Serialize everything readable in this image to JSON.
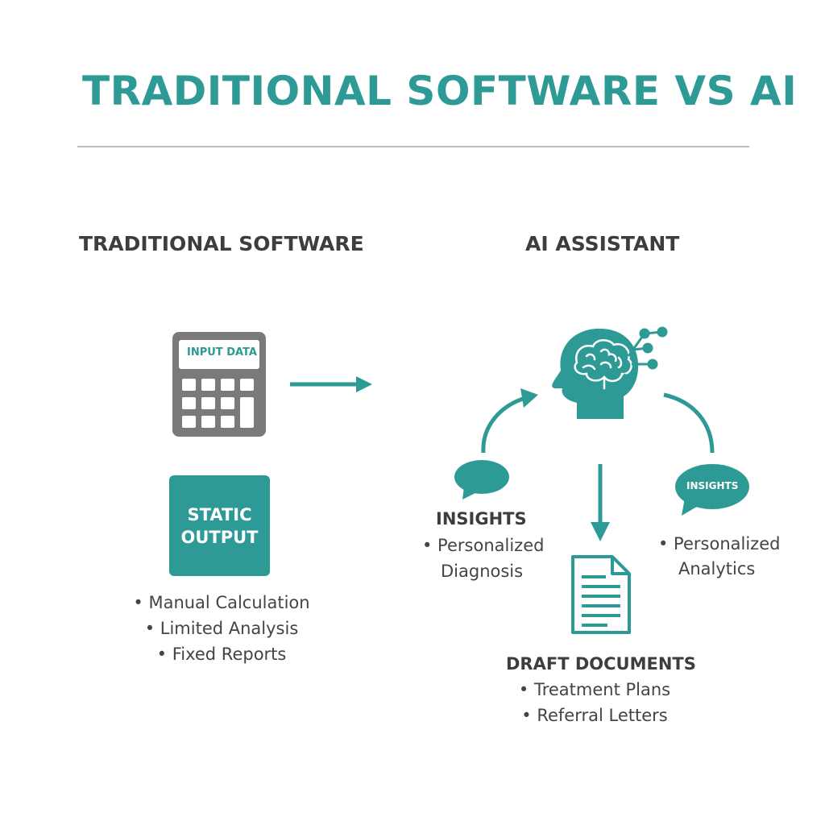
{
  "title": "TRADITIONAL SOFTWARE VS AI",
  "colors": {
    "accent": "#2e9a96",
    "icon_gray": "#7a7a7a",
    "text": "#3d3d3d",
    "divider": "#bdbdbd"
  },
  "traditional": {
    "heading": "TRADITIONAL SOFTWARE",
    "calculator": {
      "icon": "calculator-icon",
      "label": "INPUT DATA"
    },
    "output_box": {
      "label": "STATIC\nOUTPUT"
    },
    "bullets": [
      "Manual Calculation",
      "Limited Analysis",
      "Fixed Reports"
    ]
  },
  "ai": {
    "heading": "AI ASSISTANT",
    "center_icon": "ai-brain-head-icon",
    "left": {
      "icon": "speech-bubble-icon",
      "heading": "INSIGHTS",
      "lines": [
        "• Personalized",
        "Diagnosis"
      ]
    },
    "right": {
      "icon": "speech-bubble-icon",
      "bubble_label": "INSIGHTS",
      "lines": [
        "• Personalized",
        "Analytics"
      ]
    },
    "bottom": {
      "icon": "document-icon",
      "heading": "DRAFT DOCUMENTS",
      "bullets": [
        "Treatment Plans",
        "Referral Letters"
      ]
    }
  }
}
